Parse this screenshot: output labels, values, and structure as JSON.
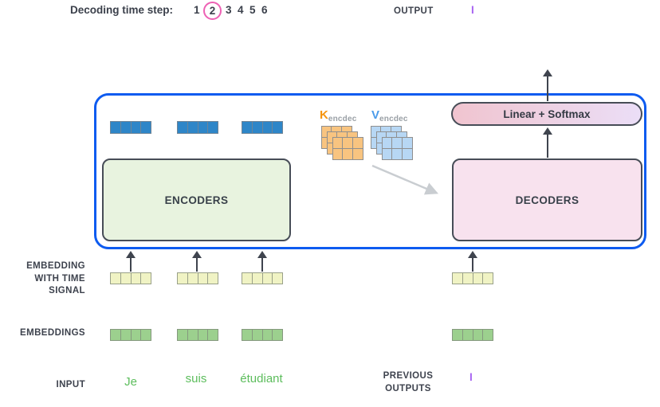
{
  "header": {
    "decoding_label": "Decoding time step:",
    "steps": [
      "1",
      "2",
      "3",
      "4",
      "5",
      "6"
    ],
    "active_step": "2",
    "output_label": "OUTPUT",
    "output_value": "I"
  },
  "box": {
    "encoders_label": "ENCODERS",
    "decoders_label": "DECODERS",
    "linear_softmax_label": "Linear + Softmax",
    "kv": {
      "k_symbol": "K",
      "k_subscript": "encdec",
      "v_symbol": "V",
      "v_subscript": "encdec"
    }
  },
  "labels": {
    "embedding_time_lines": [
      "EMBEDDING",
      "WITH TIME",
      "SIGNAL"
    ],
    "embeddings": "EMBEDDINGS",
    "input": "INPUT",
    "previous_outputs_lines": [
      "PREVIOUS",
      "OUTPUTS"
    ],
    "previous_output_value": "I"
  },
  "input_tokens": [
    "Je",
    "suis",
    "étudiant"
  ],
  "colors": {
    "transformer_border_blue": "#0d5bf0",
    "step_circle_pink": "#ed61b4",
    "encoder_fill": "#e8f3df",
    "decoder_fill": "#f8e2ee",
    "softmax_gradient_start": "#f0c4cf",
    "softmax_gradient_end": "#ebdef7",
    "encoder_output_cell_blue": "#2e86c8",
    "time_signal_cell_yellow": "#f0f3c4",
    "embedding_cell_green": "#9cd08e",
    "k_matrix_fill": "#f8c480",
    "v_matrix_fill": "#b7d7f4",
    "k_symbol_color": "#f5940f",
    "v_symbol_color": "#4a9bea",
    "token_green": "#5cbd5c",
    "output_purple": "#a763f1",
    "arrow_dark": "#3f444e",
    "attention_arrow_gray": "#c9cdd1",
    "text_dark": "#3d424d"
  }
}
